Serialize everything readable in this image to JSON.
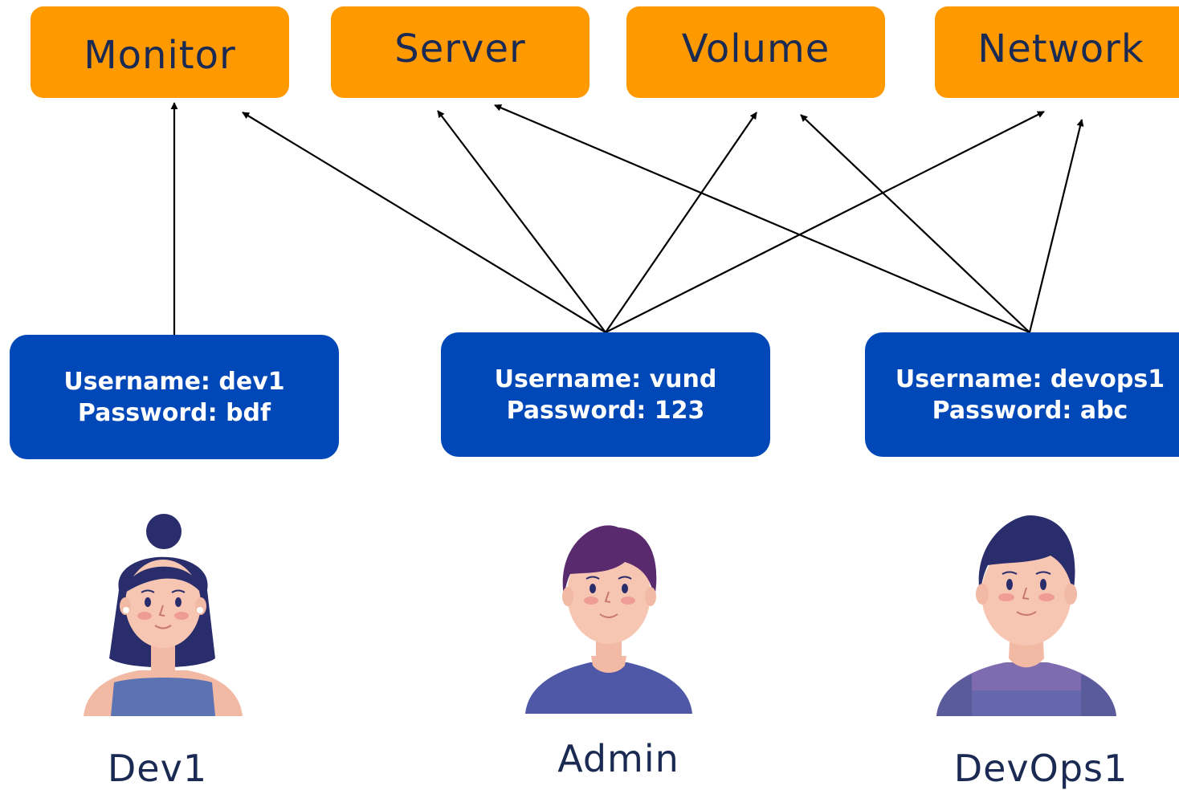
{
  "colors": {
    "resource_fill": "#ff9900",
    "account_fill": "#0047b8",
    "arrow": "#000000",
    "label_text": "#1b2a52"
  },
  "resources": [
    {
      "id": "monitor",
      "label": "Monitor"
    },
    {
      "id": "server",
      "label": "Server"
    },
    {
      "id": "volume",
      "label": "Volume"
    },
    {
      "id": "network",
      "label": "Network"
    }
  ],
  "accounts": [
    {
      "id": "dev1",
      "username_line": "Username: dev1",
      "password_line": "Password: bdf"
    },
    {
      "id": "vund",
      "username_line": "Username: vund",
      "password_line": "Password: 123"
    },
    {
      "id": "devops1",
      "username_line": "Username: devops1",
      "password_line": "Password: abc"
    }
  ],
  "users": [
    {
      "id": "dev1",
      "name": "Dev1",
      "icon": "woman-avatar-icon"
    },
    {
      "id": "admin",
      "name": "Admin",
      "icon": "man-avatar-icon"
    },
    {
      "id": "devops1",
      "name": "DevOps1",
      "icon": "man-avatar-icon"
    }
  ],
  "edges": [
    {
      "from": "dev1",
      "to": "monitor"
    },
    {
      "from": "vund",
      "to": "monitor"
    },
    {
      "from": "vund",
      "to": "server"
    },
    {
      "from": "vund",
      "to": "volume"
    },
    {
      "from": "vund",
      "to": "network"
    },
    {
      "from": "devops1",
      "to": "server"
    },
    {
      "from": "devops1",
      "to": "volume"
    },
    {
      "from": "devops1",
      "to": "network"
    }
  ]
}
